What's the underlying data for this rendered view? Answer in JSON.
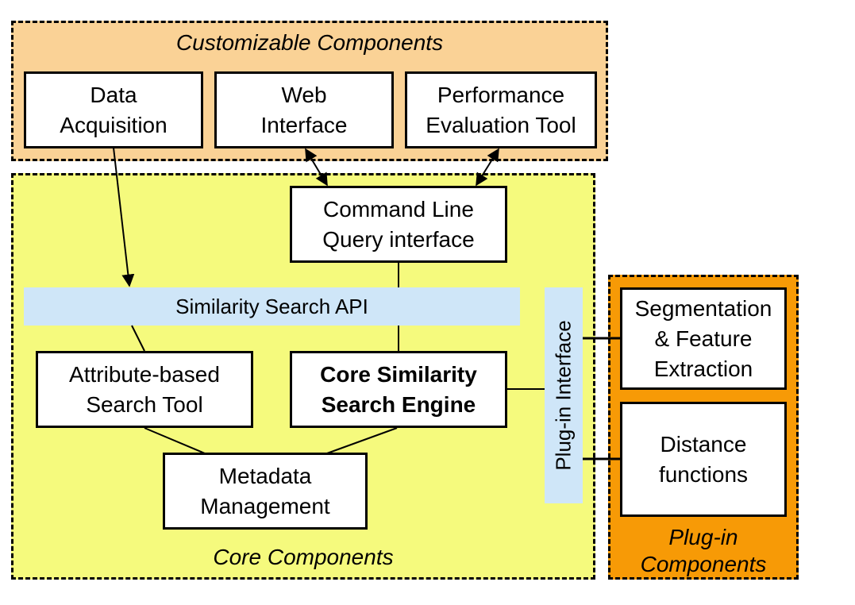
{
  "regions": {
    "customizable": {
      "title": "Customizable Components",
      "color": "#fad296"
    },
    "core": {
      "title": "Core Components",
      "color": "#f5fa7d"
    },
    "plugin": {
      "title": "Plug-in\nComponents",
      "color": "#f79a06"
    }
  },
  "boxes": {
    "data_acquisition": "Data\nAcquisition",
    "web_interface": "Web\nInterface",
    "performance_tool": "Performance\nEvaluation Tool",
    "command_line": "Command Line\nQuery interface",
    "attribute_search": "Attribute-based\nSearch Tool",
    "core_engine": "Core Similarity\nSearch Engine",
    "metadata": "Metadata\nManagement",
    "segmentation": "Segmentation\n& Feature\nExtraction",
    "distance": "Distance\nfunctions"
  },
  "bands": {
    "similarity_api": "Similarity Search API",
    "plugin_interface": "Plug-in Interface",
    "color": "#cfe6f8"
  }
}
